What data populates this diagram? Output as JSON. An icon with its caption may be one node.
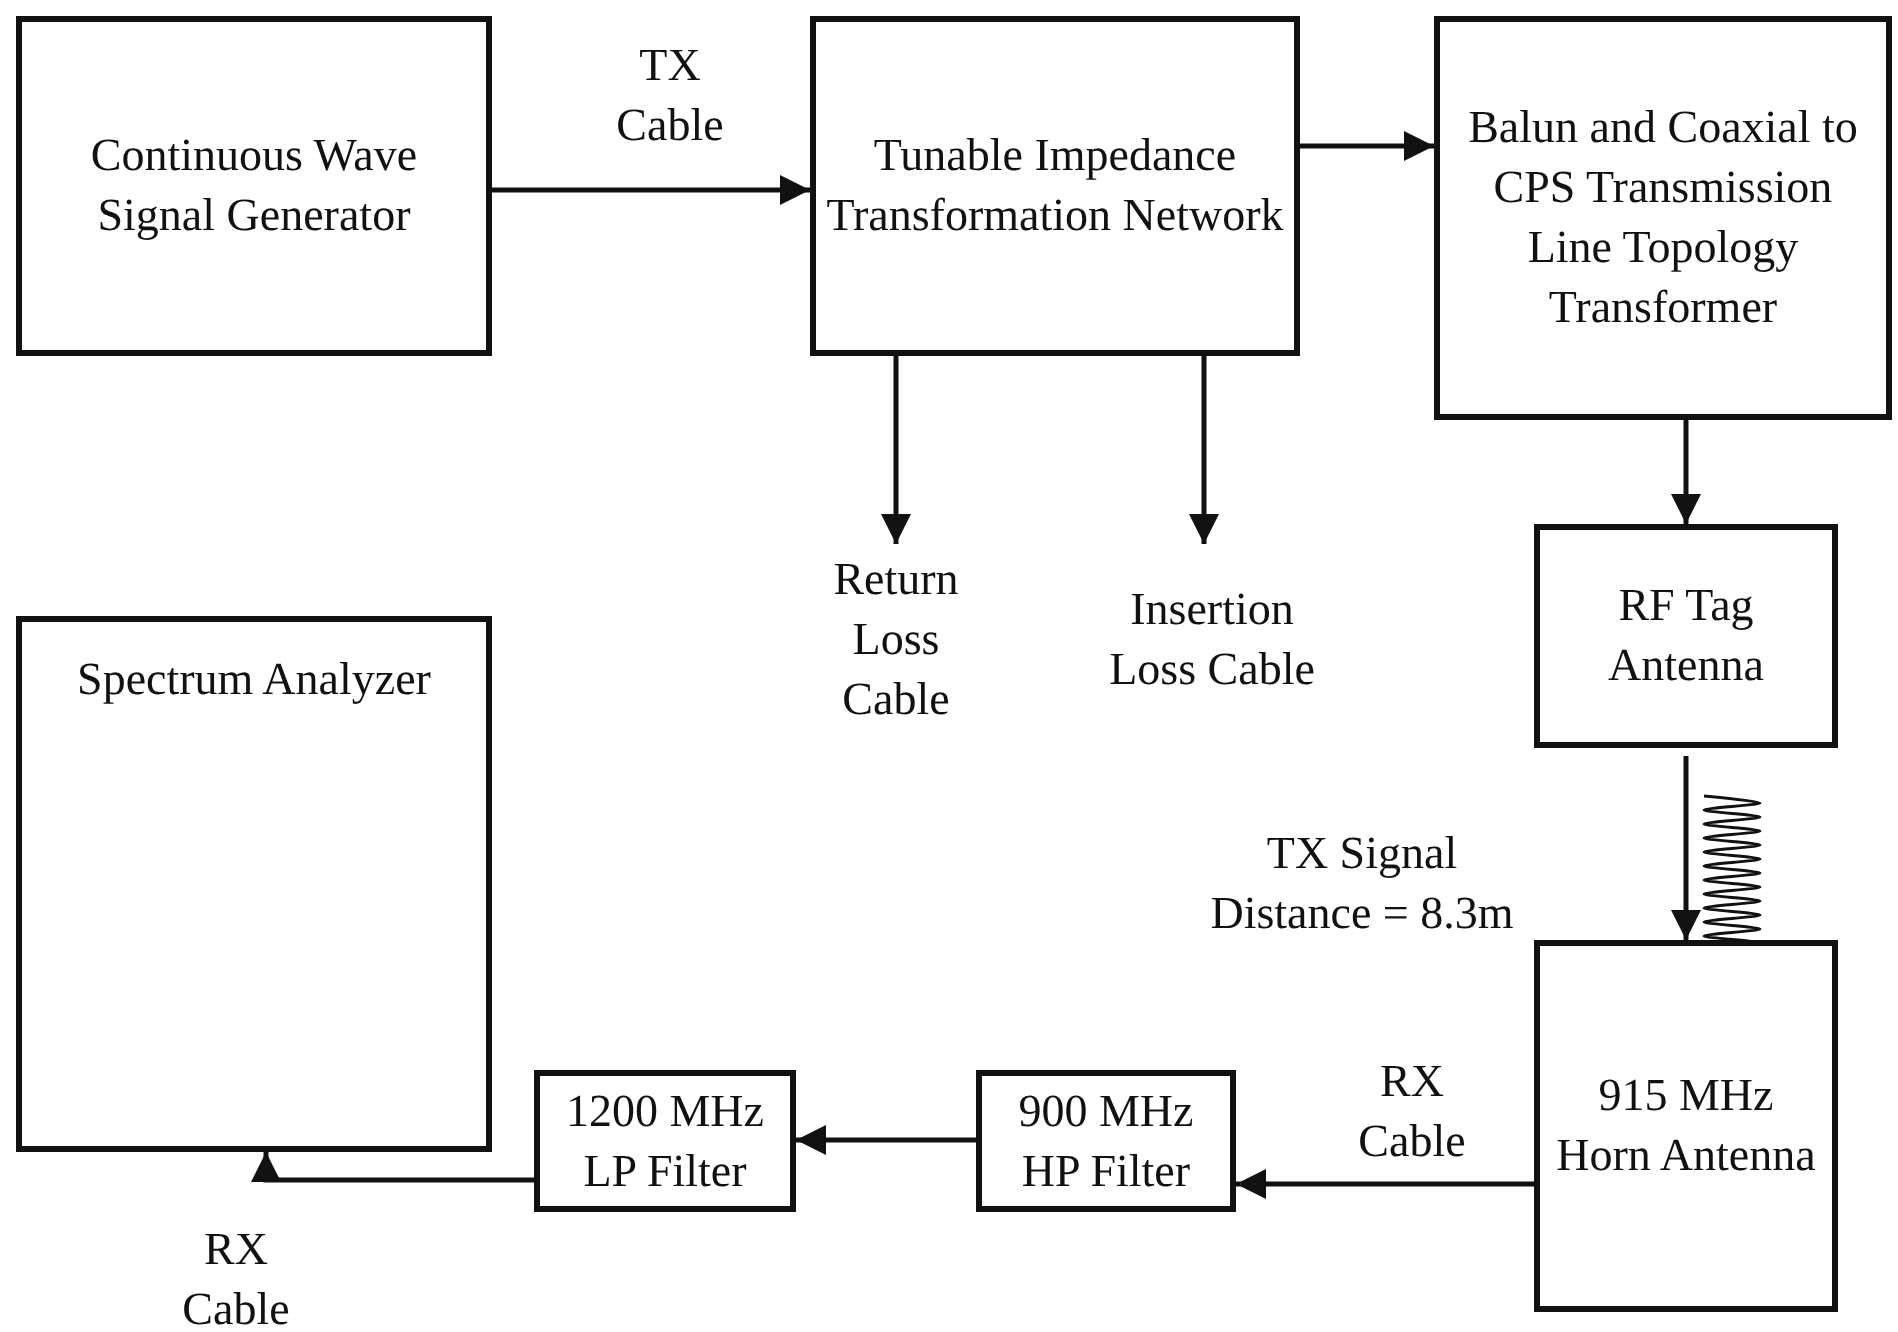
{
  "diagram": {
    "nodes": [
      {
        "text": [
          "Continuous Wave Signal Generator"
        ]
      },
      {
        "text": [
          "Tunable Impedance Transformation Network"
        ]
      },
      {
        "text": [
          "Balun and Coaxial to CPS Transmission Line Topology Transformer"
        ]
      },
      {
        "text": [
          "RF Tag Antenna"
        ]
      },
      {
        "text": [
          "915 MHz Horn Antenna"
        ]
      },
      {
        "text": [
          "900 MHz HP Filter"
        ]
      },
      {
        "text": [
          "1200 MHz LP Filter"
        ]
      },
      {
        "text": [
          "Spectrum Analyzer"
        ]
      },
      {
        "text": [
          "Return Loss Cable"
        ]
      },
      {
        "text": [
          "Insertion Loss Cable"
        ]
      }
    ],
    "edges": [
      {
        "from": 0,
        "to": 1,
        "arrow": "to",
        "label": "TX Cable"
      },
      {
        "from": 1,
        "to": 2,
        "arrow": "to"
      },
      {
        "from": 1,
        "to": 8,
        "arrow": "to"
      },
      {
        "from": 1,
        "to": 9,
        "arrow": "to"
      },
      {
        "from": 2,
        "to": 3,
        "arrow": "to"
      },
      {
        "from": 3,
        "to": 4,
        "arrow": "to",
        "label": "TX Signal Distance = 8.3m"
      },
      {
        "from": 4,
        "to": 5,
        "arrow": "to",
        "label": "RX Cable"
      },
      {
        "from": 5,
        "to": 6,
        "arrow": "to"
      },
      {
        "from": 6,
        "to": 7,
        "arrow": "to",
        "label": "RX Cable"
      }
    ]
  }
}
